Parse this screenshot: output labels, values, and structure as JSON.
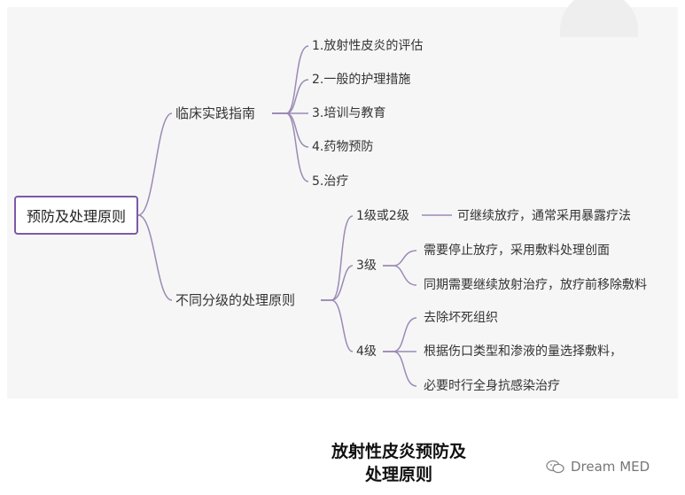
{
  "mindmap": {
    "root": "预防及处理原则",
    "branches": [
      {
        "label": "临床实践指南",
        "children": [
          "1.放射性皮炎的评估",
          "2.一般的护理措施",
          "3.培训与教育",
          "4.药物预防",
          "5.治疗"
        ]
      },
      {
        "label": "不同分级的处理原则",
        "children": [
          {
            "label": "1级或2级",
            "notes": [
              "可继续放疗，通常采用暴露疗法"
            ]
          },
          {
            "label": "3级",
            "notes": [
              "需要停止放疗，采用敷料处理创面",
              "同期需要继续放射治疗，放疗前移除敷料"
            ]
          },
          {
            "label": "4级",
            "notes": [
              "去除坏死组织",
              "根据伤口类型和渗液的量选择敷料，",
              "必要时行全身抗感染治疗"
            ]
          }
        ]
      }
    ]
  },
  "caption": {
    "line1": "放射性皮炎预防及",
    "line2": "处理原则"
  },
  "watermark": {
    "text": "Dream MED",
    "icon": "wechat-icon"
  },
  "colors": {
    "accent": "#7b5aa6",
    "line": "#9b8ab5"
  }
}
